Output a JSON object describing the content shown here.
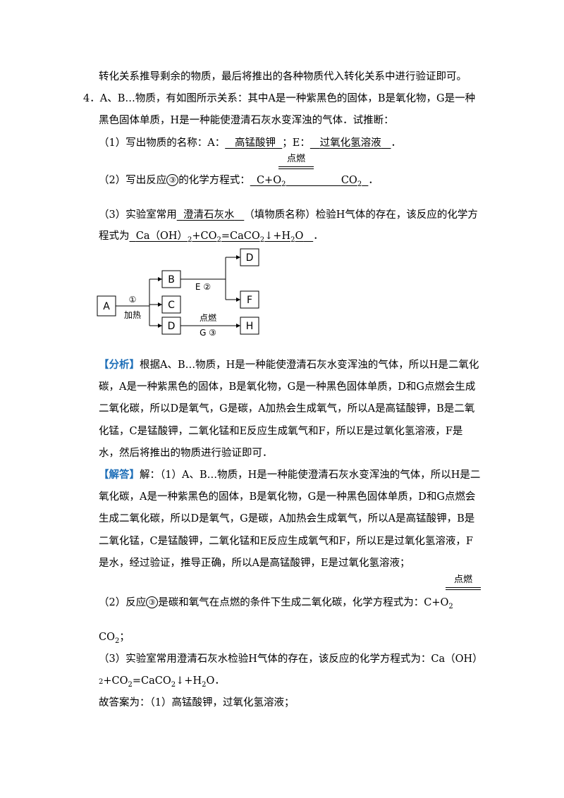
{
  "top_line": "转化关系推导剩余的物质，最后将推出的各种物质代入转化关系中进行验证即可。",
  "q": {
    "num": "4．",
    "l1": "A、B…物质，有如图所示关系：其中A是一种紫黑色的固体，B是氧化物，G是一种",
    "l2": "黑色固体单质，H是一种能使澄清石灰水变浑浊的气体．试推断：",
    "p1_pre": "（1）写出物质的名称：A：",
    "p1_a": "高锰酸钾",
    "p1_mid": "；E：",
    "p1_e": "过氧化氢溶液",
    "p1_end": "．",
    "p2_cond": "点燃",
    "p2_pre": "（2）写出反应",
    "p2_num": "③",
    "p2_mid": "的化学方程式：",
    "p2_eq_left": "C+O",
    "p2_eq_right": "CO",
    "p2_sub": "2",
    "p2_end": "．",
    "p3_pre": "（3）实验室常用",
    "p3_ans": "澄清石灰水",
    "p3_post": "（填物质名称）检验H气体的存在，该反应的化学方",
    "p3_l2_pre": "程式为",
    "p3_eq_a": "Ca（OH）",
    "p3_eq_b": "+CO",
    "p3_eq_c": "=CaCO",
    "p3_eq_d": "↓+H",
    "p3_eq_e": "O",
    "p3_end": "．"
  },
  "diagram": {
    "A": "A",
    "B": "B",
    "C": "C",
    "D": "D",
    "F": "F",
    "H": "H",
    "D2": "D",
    "r1": "①",
    "heat": "加热",
    "e2": "E ②",
    "ignite": "点燃",
    "g3": "G ③"
  },
  "analysis": {
    "tag": "【分析】",
    "l1": "根据A、B…物质，H是一种能使澄清石灰水变浑浊的气体，所以H是二氧化",
    "l2": "碳，A是一种紫黑色的固体，B是氧化物，G是一种黑色固体单质，D和G点燃会生成",
    "l3": "二氧化碳，所以D是氧气，G是碳，A加热会生成氧气，所以A是高锰酸钾，B是二氧",
    "l4": "化锰，C是锰酸钾，二氧化锰和E反应生成氧气和F，所以E是过氧化氢溶液，F是",
    "l5": "水，然后将推出的物质进行验证即可．"
  },
  "answer": {
    "tag": "【解答】",
    "l1": "解：（1）A、B…物质，H是一种能使澄清石灰水变浑浊的气体，所以H是二",
    "l2": "氧化碳，A是一种紫黑色的固体，B是氧化物，G是一种黑色固体单质，D和G点燃会",
    "l3": "生成二氧化碳，所以D是氧气，G是碳，A加热会生成氧气，所以A是高锰酸钾，B是",
    "l4": "二氧化锰，C是锰酸钾，二氧化锰和E反应生成氧气和F，所以E是过氧化氢溶液，F",
    "l5": "是水，经过验证，推导正确，所以A是高锰酸钾，E是过氧化氢溶液；",
    "p2_cond": "点燃",
    "p2_pre": "（2）反应",
    "p2_num": "③",
    "p2_post": "是碳和氧气在点燃的条件下生成二氧化碳，化学方程式为：C+O",
    "p2_sub": "2",
    "co2": "CO",
    "co2_end": "；",
    "p3_l1": "（3）实验室常用澄清石灰水检验H气体的存在，该反应的化学方程式为：Ca（OH）",
    "p3_l2_a": "+CO",
    "p3_l2_b": "=CaCO",
    "p3_l2_c": "↓+H",
    "p3_l2_d": "O．",
    "final": "故答案为：（1）高锰酸钾，过氧化氢溶液；"
  }
}
